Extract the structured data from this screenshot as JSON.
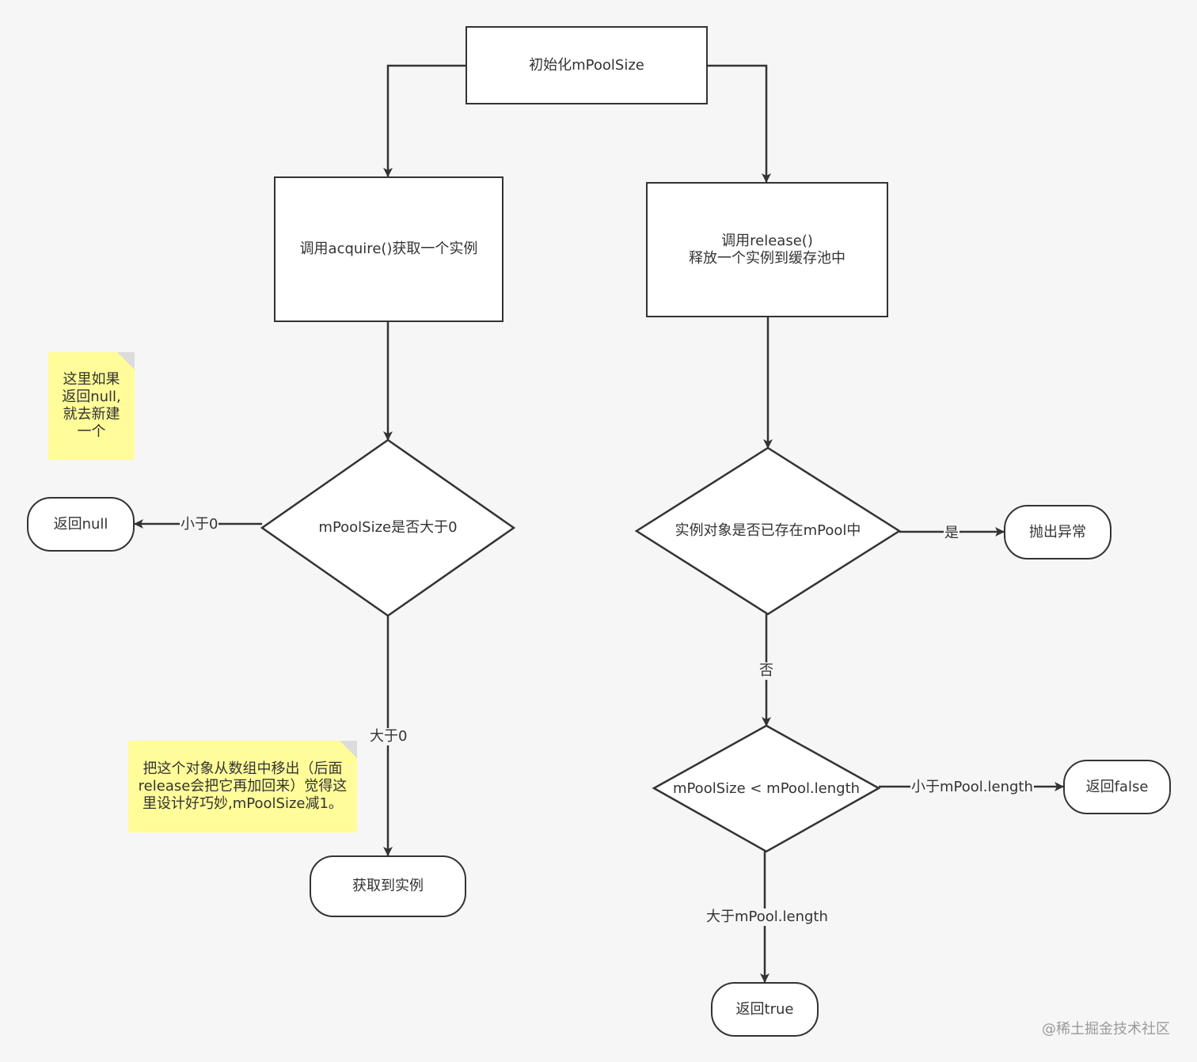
{
  "nodes": {
    "init": "初始化mPoolSize",
    "acquire": "调用acquire()获取一个实例",
    "release_line1": "调用release()",
    "release_line2": "释放一个实例到缓存池中",
    "decision_pool_size": "mPoolSize是否大于0",
    "return_null": "返回null",
    "got_instance": "获取到实例",
    "decision_exists": "实例对象是否已存在mPool中",
    "throw_exception": "抛出异常",
    "decision_length": "mPoolSize < mPool.length",
    "return_false": "返回false",
    "return_true": "返回true"
  },
  "edges": {
    "less_than_zero": "小于0",
    "greater_than_zero": "大于0",
    "yes": "是",
    "no": "否",
    "less_than_length": "小于mPool.length",
    "greater_than_length": "大于mPool.length"
  },
  "notes": {
    "null_note_1": "这里如果",
    "null_note_2": "返回null,",
    "null_note_3": "就去新建",
    "null_note_4": "一个",
    "remove_note_1": "把这个对象从数组中移出（后面",
    "remove_note_2": "release会把它再加回来）觉得这",
    "remove_note_3": "里设计好巧妙,mPoolSize减1。"
  },
  "watermark": "@稀土掘金技术社区",
  "colors": {
    "line": "#333333",
    "note_bg": "#fffc99",
    "canvas_bg": "#f6f6f6"
  }
}
